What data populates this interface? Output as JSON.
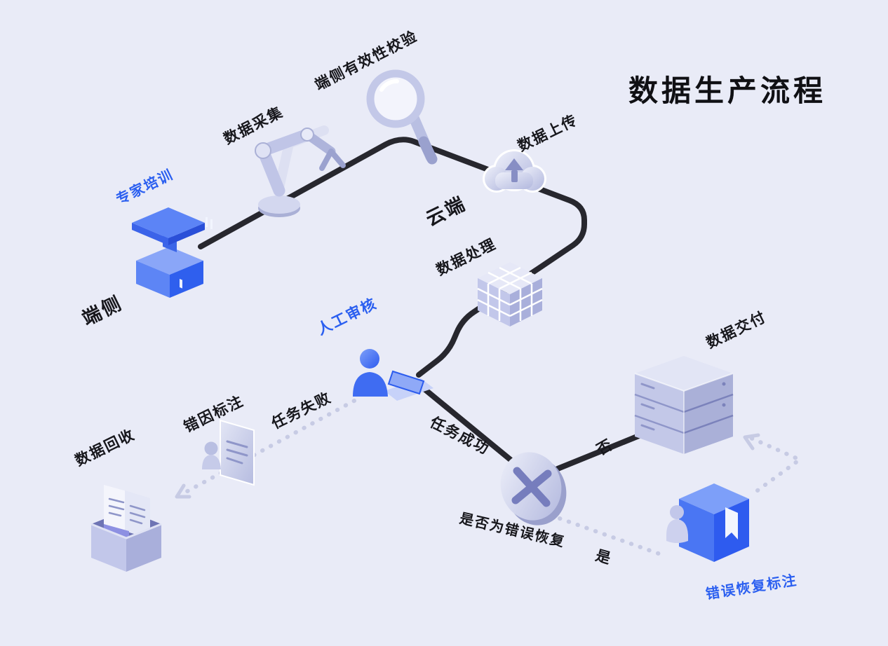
{
  "title": "数据生产流程",
  "labels": {
    "expert_training": "专家培训",
    "device_side": "端侧",
    "data_collection": "数据采集",
    "device_validity_check": "端侧有效性校验",
    "data_upload": "数据上传",
    "cloud_side": "云端",
    "data_processing": "数据处理",
    "manual_review": "人工审核",
    "task_failed": "任务失败",
    "task_success": "任务成功",
    "error_cause_annotation": "错因标注",
    "data_recovery": "数据回收",
    "decision": "是否为错误恢复",
    "no": "否",
    "yes": "是",
    "data_delivery": "数据交付",
    "error_recovery_annotation": "错误恢复标注"
  },
  "icons": {
    "expert_training": "podium-icon",
    "data_collection": "robot-arm-icon",
    "device_validity_check": "magnifier-icon",
    "data_upload": "cloud-upload-icon",
    "data_processing": "rubik-cube-icon",
    "manual_review": "person-laptop-icon",
    "decision": "x-mark-disc-icon",
    "data_delivery": "server-stack-icon",
    "error_cause_annotation": "person-document-icon",
    "data_recovery": "recycle-box-icon",
    "error_recovery_annotation": "person-book-icon"
  },
  "flow": {
    "solid": [
      {
        "from": "expert_training",
        "to": "data_collection"
      },
      {
        "from": "data_collection",
        "to": "device_validity_check"
      },
      {
        "from": "device_validity_check",
        "to": "data_upload"
      },
      {
        "from": "data_upload",
        "to": "data_processing"
      },
      {
        "from": "data_processing",
        "to": "manual_review"
      },
      {
        "from": "manual_review",
        "to": "decision",
        "label_key": "task_success"
      },
      {
        "from": "decision",
        "to": "data_delivery",
        "label_key": "no"
      }
    ],
    "dotted": [
      {
        "from": "manual_review",
        "to": "error_cause_annotation",
        "label_key": "task_failed"
      },
      {
        "from": "error_cause_annotation",
        "to": "data_recovery"
      },
      {
        "from": "decision",
        "to": "error_recovery_annotation",
        "label_key": "yes"
      },
      {
        "from": "error_recovery_annotation",
        "to": "data_delivery"
      }
    ]
  },
  "colors": {
    "background": "#e9ebf7",
    "solid_line": "#27272e",
    "dotted_line": "#c7cbe4",
    "accent_blue": "#2b5ff0",
    "icon_lavender": "#c2c7ea",
    "icon_lavender_dark": "#a9afdb",
    "text_dark": "#17171c"
  }
}
